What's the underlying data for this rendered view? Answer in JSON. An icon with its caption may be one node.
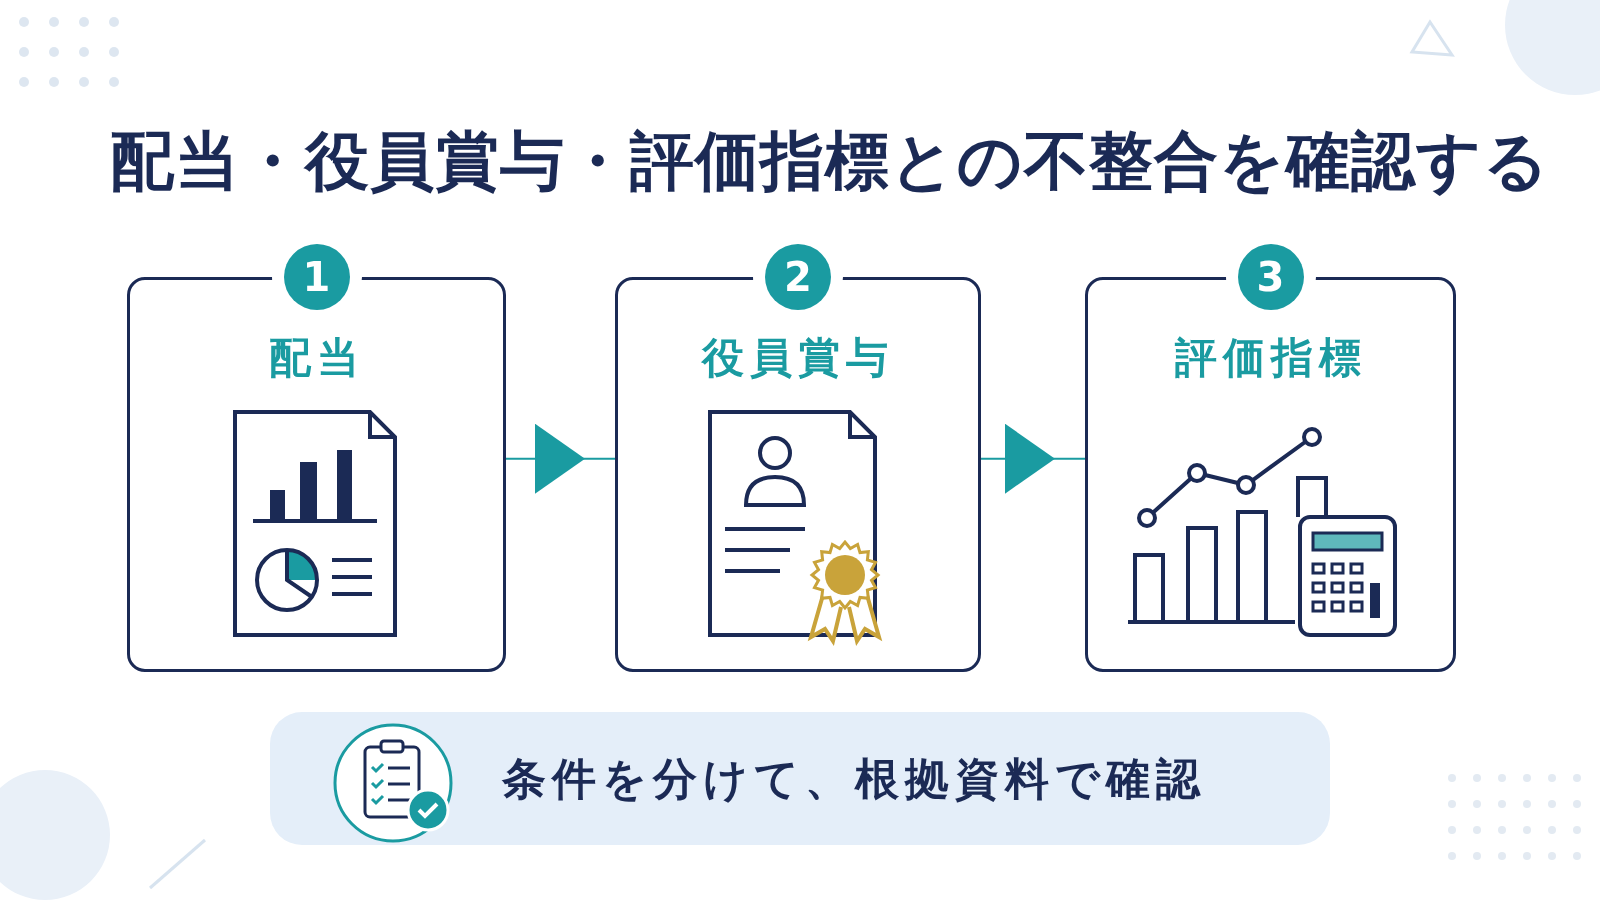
{
  "diagram": {
    "title": "配当・役員賞与・評価指標との不整合を確認する",
    "nodes": [
      {
        "text": [
          "1",
          "配当"
        ]
      },
      {
        "text": [
          "2",
          "役員賞与"
        ]
      },
      {
        "text": [
          "3",
          "評価指標"
        ]
      },
      {
        "text": [
          "条件を分けて、根拠資料で確認"
        ]
      }
    ],
    "edges": [
      {
        "from": 0,
        "to": 1,
        "arrow": "to"
      },
      {
        "from": 1,
        "to": 2,
        "arrow": "to"
      }
    ]
  }
}
